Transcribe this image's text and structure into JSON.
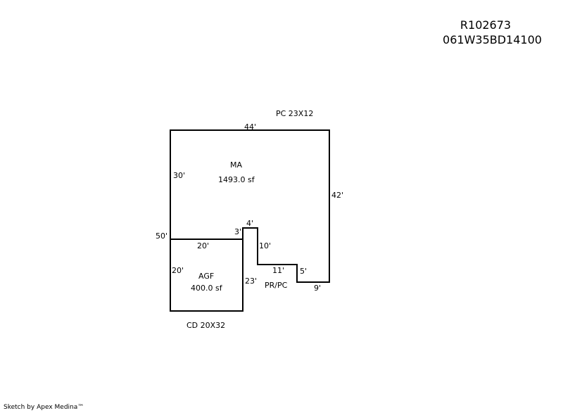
{
  "header": {
    "account": "R102673",
    "map_number": "061W35BD14100"
  },
  "labels": {
    "pc": "PC 23X12",
    "top": "44'",
    "ma_name": "MA",
    "ma_area": "1493.0 sf",
    "left_upper": "30'",
    "right": "42'",
    "left_total": "50'",
    "notch_top": "4'",
    "notch_left": "3'",
    "agf_top": "20'",
    "notch_drop": "10'",
    "agf_left": "20'",
    "agf_name": "AGF",
    "agf_area": "400.0 sf",
    "step_width": "11'",
    "step_drop": "5'",
    "notch_right_lower": "23'",
    "pr_pc": "PR/PC",
    "bottom_right": "9'",
    "cd": "CD 20X32"
  },
  "footer": {
    "credit": "Sketch by Apex Medina™"
  }
}
